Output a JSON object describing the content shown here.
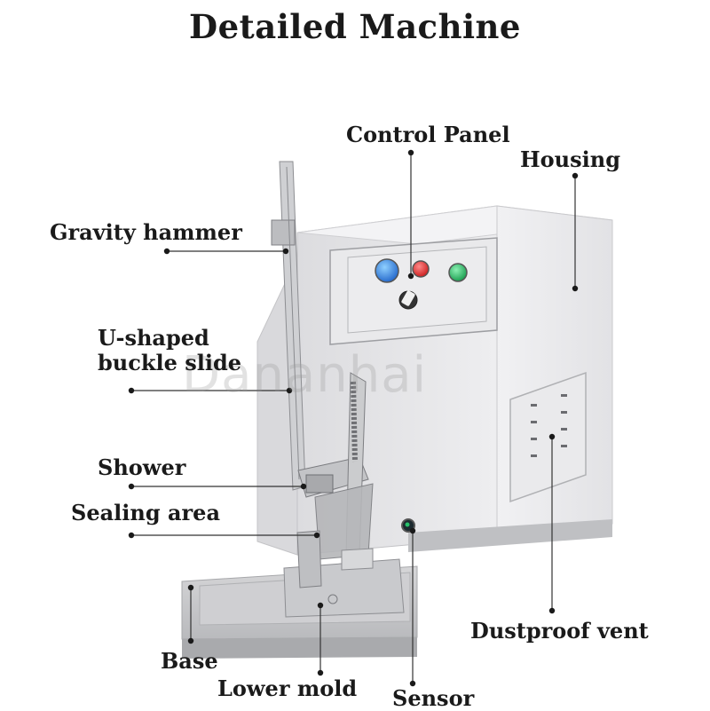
{
  "title": "Detailed Machine",
  "watermark": "Dananhai",
  "labels": {
    "control_panel": "Control Panel",
    "housing": "Housing",
    "gravity_hammer": "Gravity hammer",
    "u_shaped_line1": "U-shaped",
    "u_shaped_line2": "buckle slide",
    "shower": "Shower",
    "sealing_area": "Sealing area",
    "dustproof_vent": "Dustproof vent",
    "base": "Base",
    "lower_mold": "Lower mold",
    "sensor": "Sensor"
  },
  "colors": {
    "blue_button": "#2f7fe0",
    "red_button": "#e02a2a",
    "green_button": "#22b35a",
    "housing": "#e6e6e8",
    "steel": "#c8c9cc"
  }
}
